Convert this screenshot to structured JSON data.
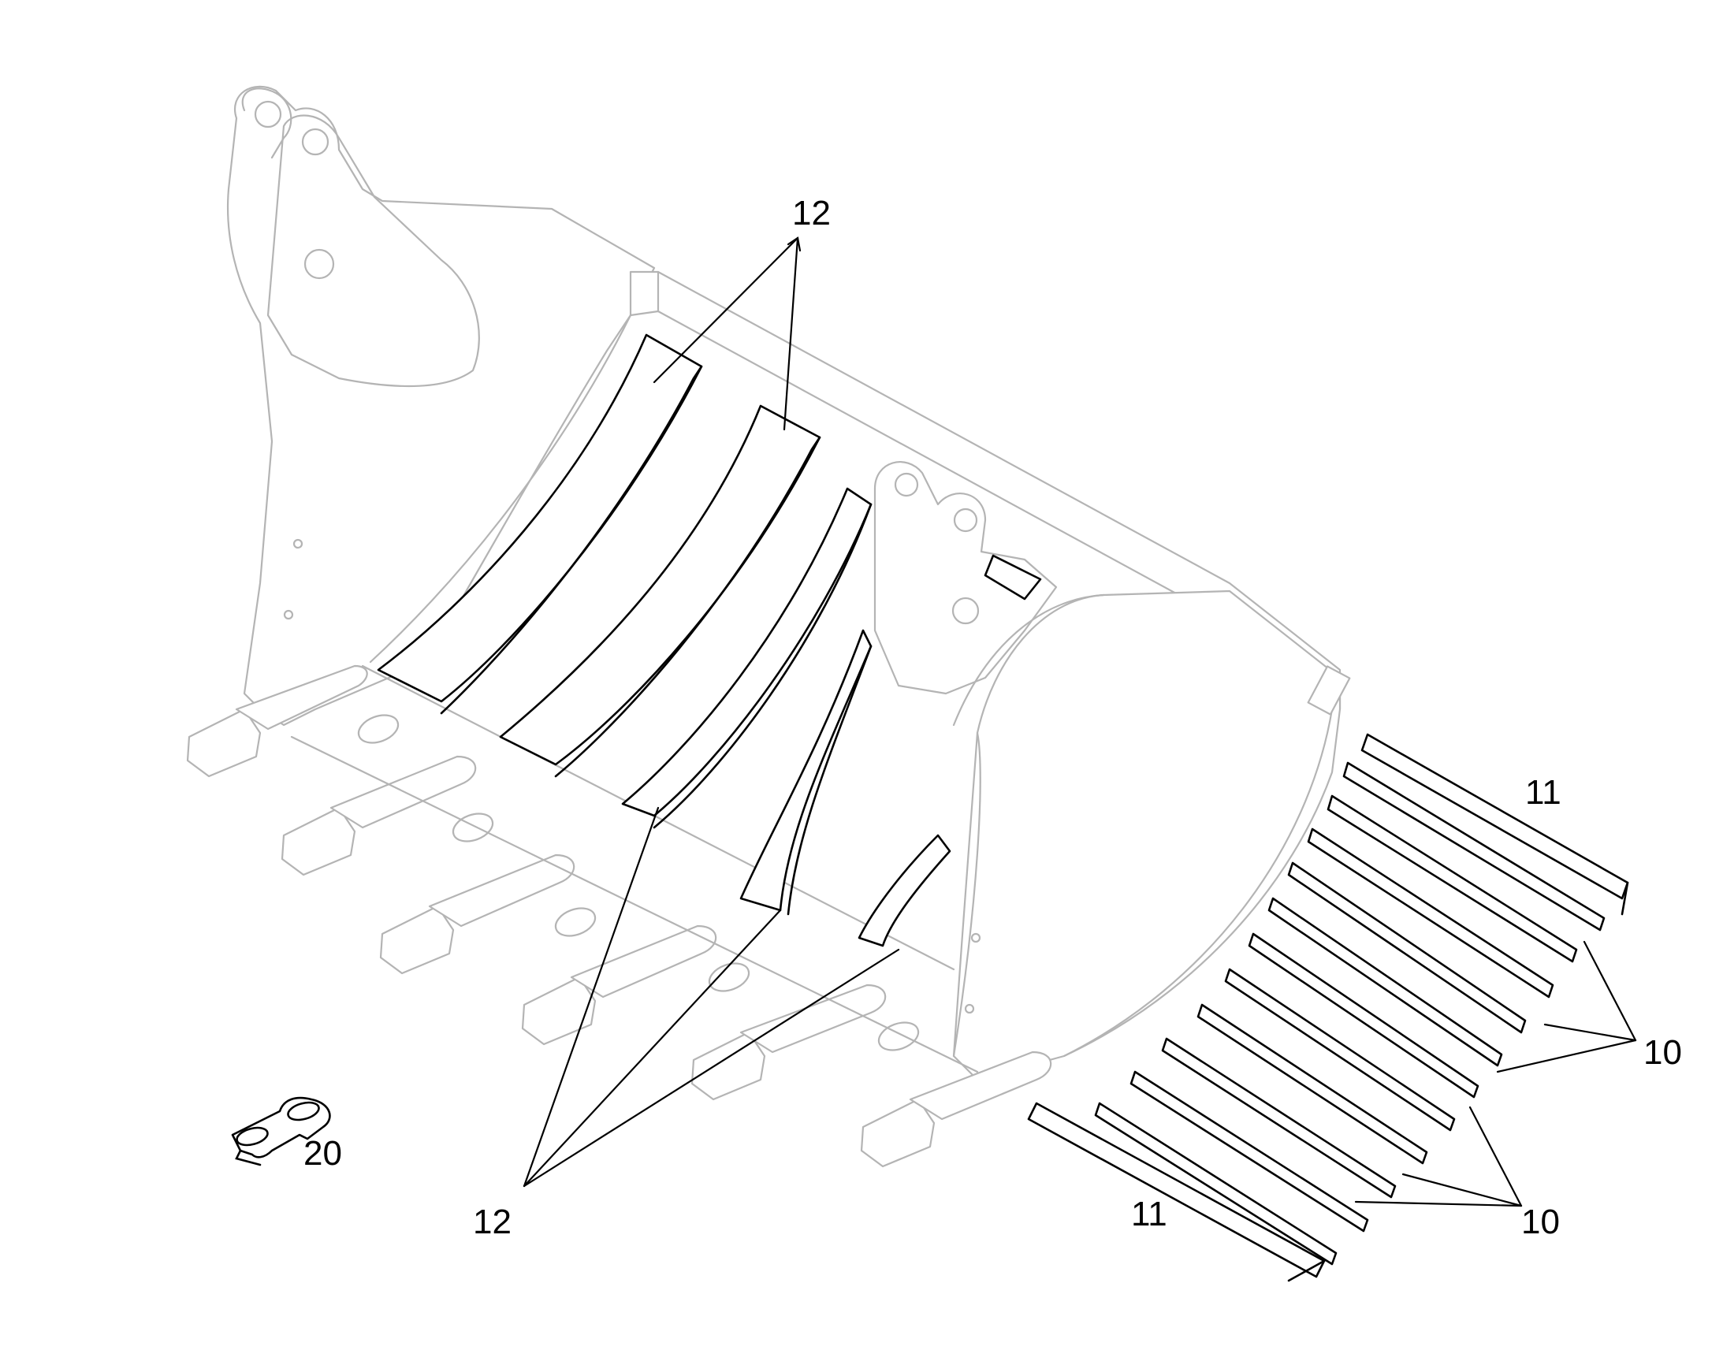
{
  "callouts": {
    "c12_top": "12",
    "c12_bottom": "12",
    "c11_top": "11",
    "c11_bottom": "11",
    "c10_upper": "10",
    "c10_lower": "10",
    "c20": "20"
  },
  "colors": {
    "ghost_line": "#b4b4b4",
    "part_line": "#000000",
    "background": "#ffffff"
  }
}
